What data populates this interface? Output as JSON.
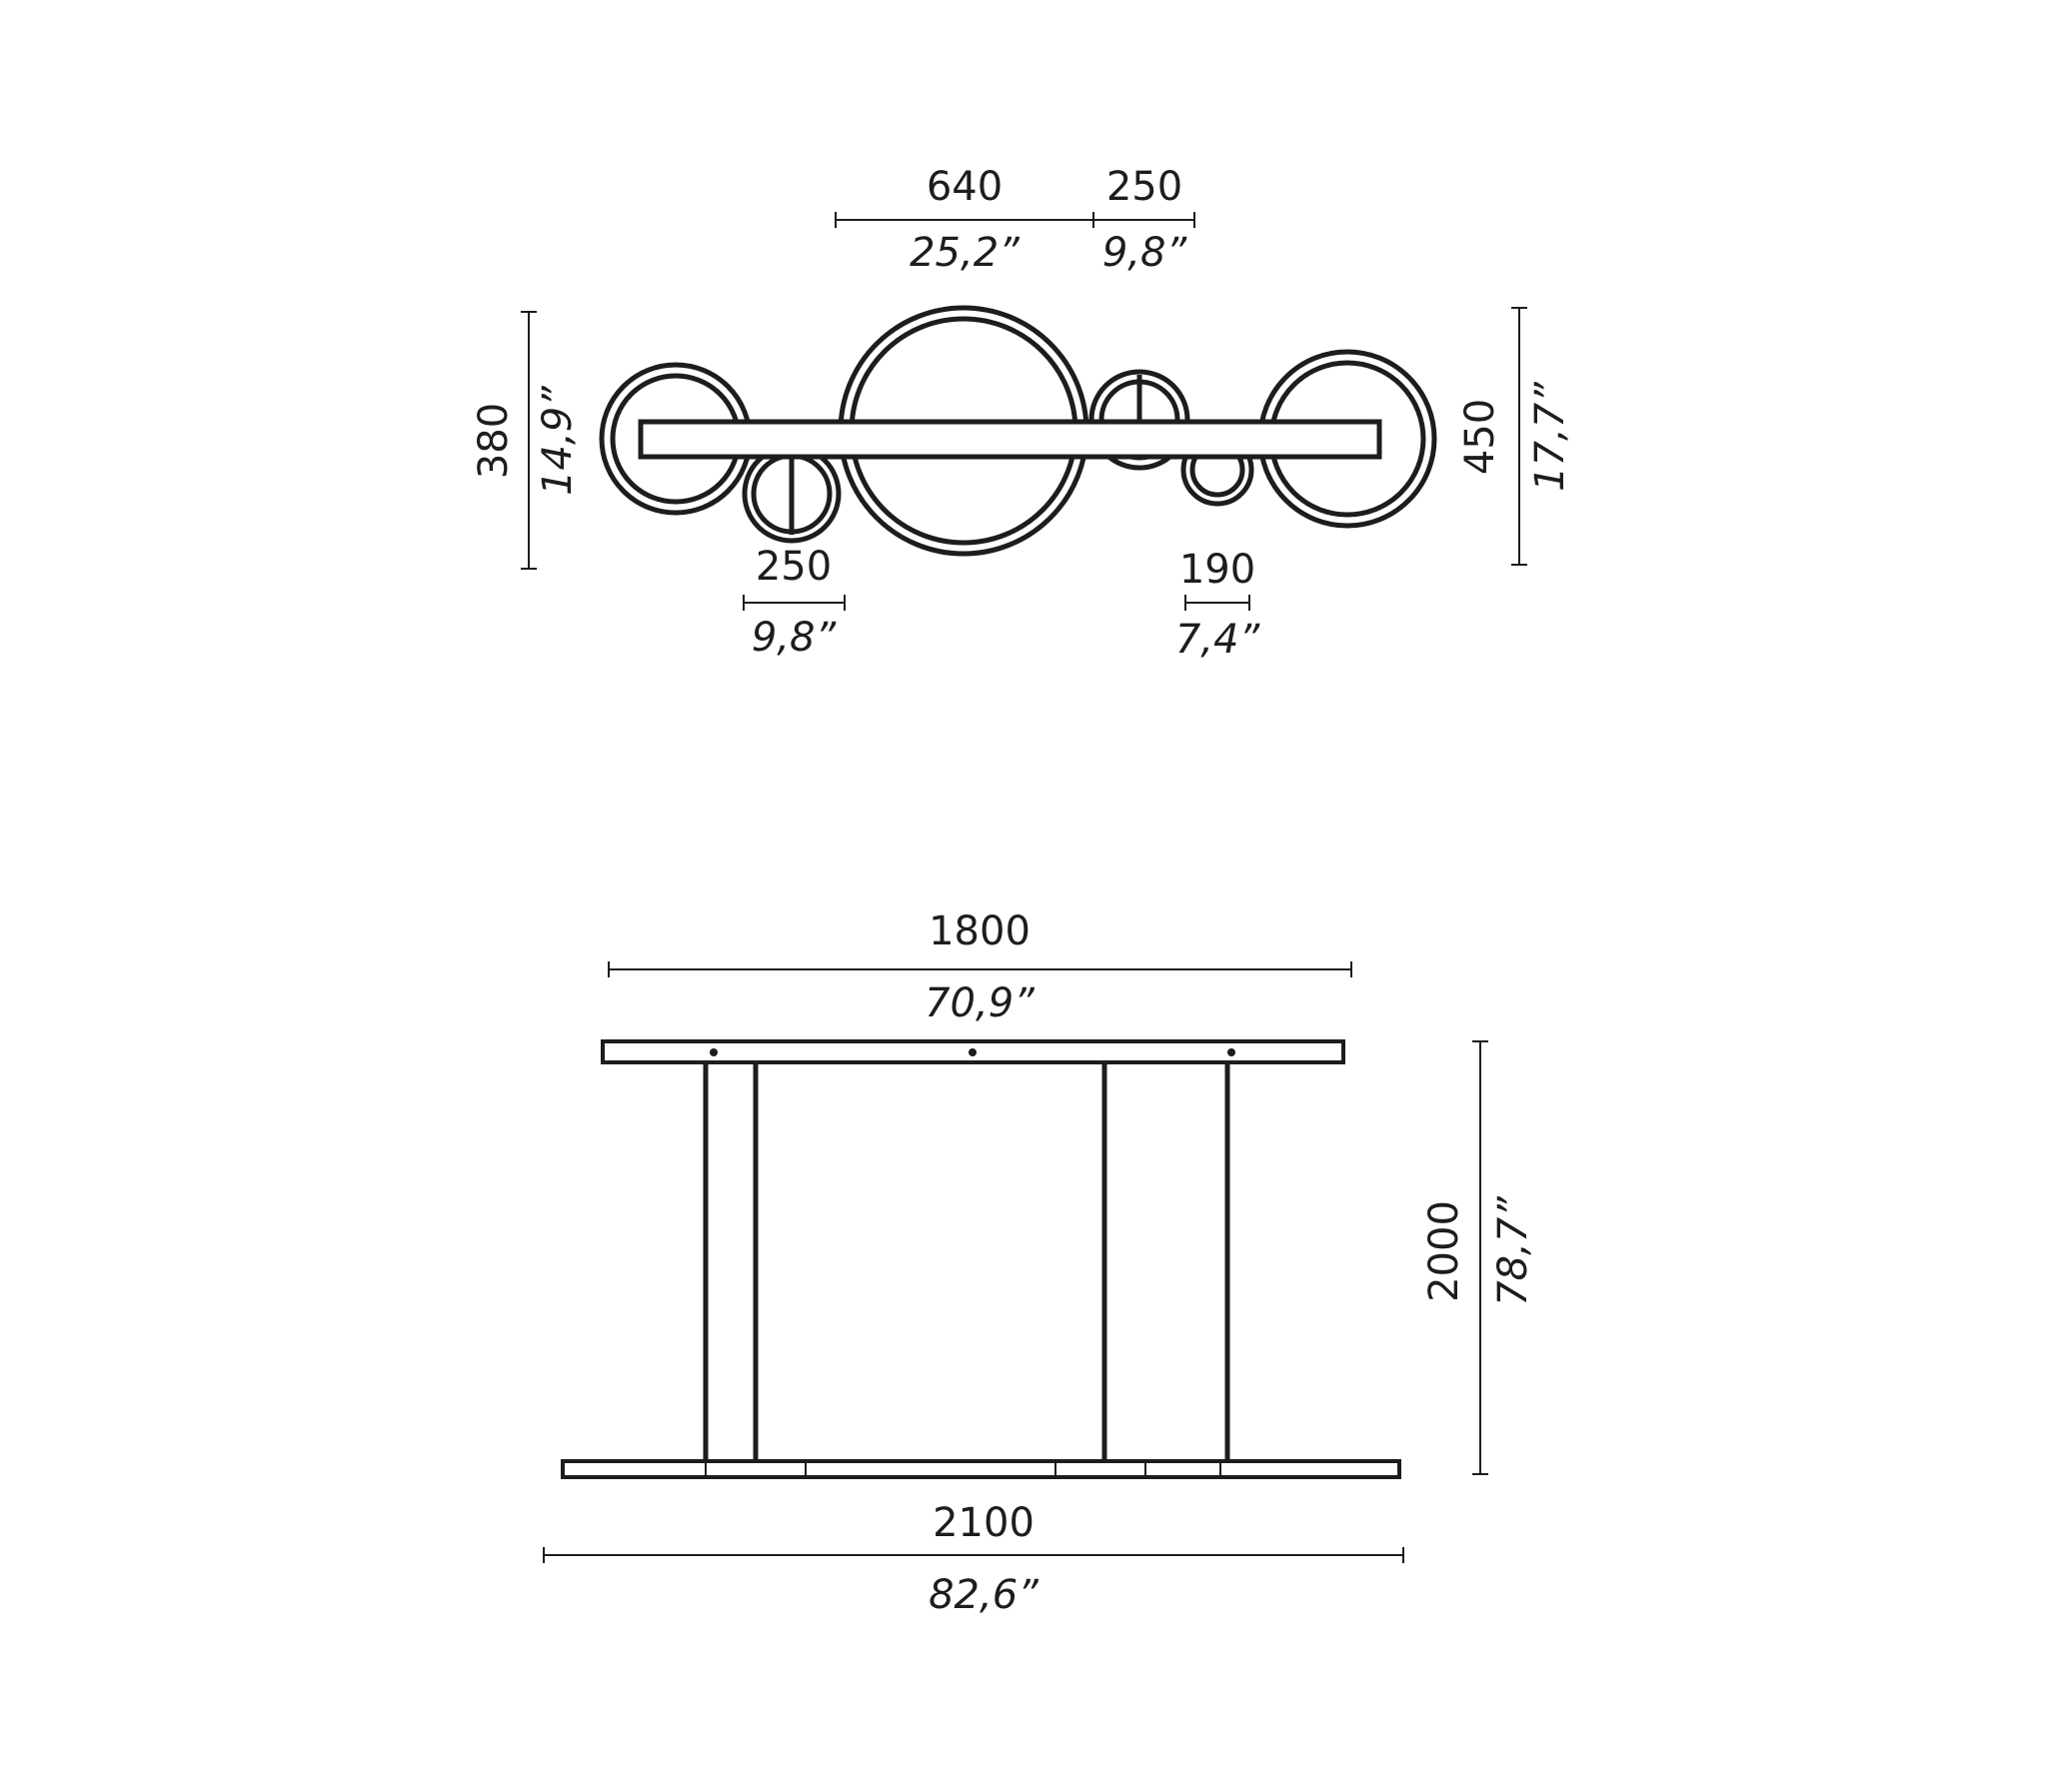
{
  "top_view": {
    "width_640": {
      "mm": "640",
      "inch": "25,2”"
    },
    "width_250_top": {
      "mm": "250",
      "inch": "9,8”"
    },
    "height_380": {
      "mm": "380",
      "inch": "14,9”"
    },
    "height_450": {
      "mm": "450",
      "inch": "17,7”"
    },
    "width_250_bottom": {
      "mm": "250",
      "inch": "9,8”"
    },
    "width_190": {
      "mm": "190",
      "inch": "7,4”"
    }
  },
  "front_view": {
    "width_1800": {
      "mm": "1800",
      "inch": "70,9”"
    },
    "height_2000": {
      "mm": "2000",
      "inch": "78,7”"
    },
    "width_2100": {
      "mm": "2100",
      "inch": "82,6”"
    }
  },
  "colors": {
    "line": "#1d1d1b",
    "background": "#ffffff"
  }
}
